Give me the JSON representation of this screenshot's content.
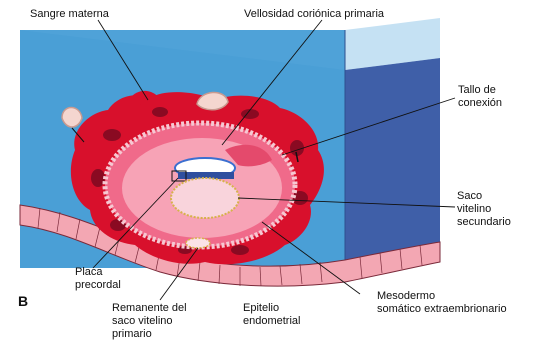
{
  "figure": {
    "panel_letter": "B",
    "labels": {
      "sangre_materna": "Sangre materna",
      "vellosidad": "Vellosidad coriónica primaria",
      "tallo": "Tallo de\nconexión",
      "saco_secundario": "Saco\nvitelino\nsecundario",
      "placa": "Placa\nprecordal",
      "remanente": "Remanente del\nsaco vitelino\nprimario",
      "epitelio": "Epitelio\nendometrial",
      "mesodermo": "Mesodermo\nsomático extraembrionario"
    },
    "colors": {
      "endometrium_block": "#4a9fd6",
      "block_side": "#3f5fa8",
      "block_top": "#6fb6e2",
      "trophoblast": "#d8102c",
      "lacunae": "#8a0a22",
      "chorionic_cavity": "#f06a8a",
      "yolk_sac": "#f9d4dc",
      "epithelium": "#f3a7b3"
    }
  }
}
